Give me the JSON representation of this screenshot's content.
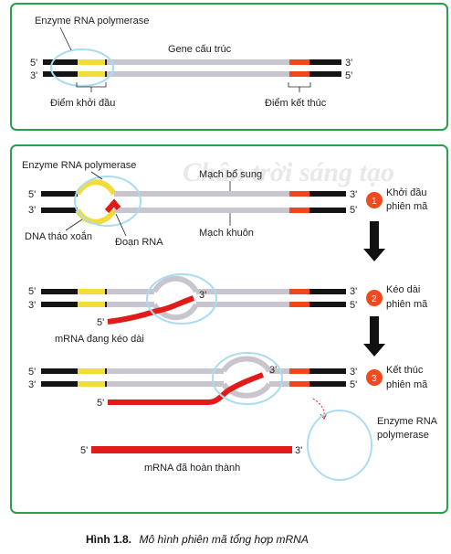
{
  "panel_top": {
    "enzyme_label": "Enzyme RNA polymerase",
    "gene_label": "Gene cấu trúc",
    "start_label": "Điểm khởi đầu",
    "end_label": "Điểm kết thúc",
    "strand_ends": {
      "top_left": "5'",
      "top_right": "3'",
      "bot_left": "3'",
      "bot_right": "5'"
    }
  },
  "panel_bottom": {
    "watermark": "Chân trời sáng tạo",
    "enzyme_label": "Enzyme RNA polymerase",
    "coding_strand_label": "Mạch bổ sung",
    "template_strand_label": "Mạch khuôn",
    "unwound_label": "DNA tháo xoắn",
    "rna_fragment_label": "Đoạn RNA",
    "elongating_label": "mRNA đang kéo dài",
    "finished_label": "mRNA đã hoàn thành",
    "released_enzyme_label": "Enzyme RNA\npolymerase",
    "rna_5": "5'",
    "rna_3": "3'",
    "strand_ends": {
      "top_left": "5'",
      "top_right": "3'",
      "bot_left": "3'",
      "bot_right": "5'"
    },
    "steps": [
      {
        "number": "1",
        "line1": "Khởi đầu",
        "line2": "phiên mã"
      },
      {
        "number": "2",
        "line1": "Kéo dài",
        "line2": "phiên mã"
      },
      {
        "number": "3",
        "line1": "Kết thúc",
        "line2": "phiên mã"
      }
    ]
  },
  "caption": {
    "label": "Hình 1.8.",
    "text": "Mô hình phiên mã tổng hợp mRNA"
  },
  "colors": {
    "frame": "#27a04a",
    "dna_black": "#141414",
    "promoter_yellow": "#f2dc3a",
    "gene_gray": "#c9c5cf",
    "terminator_orange": "#f0461e",
    "rna_red": "#e11a1a",
    "enzyme_outline": "#a8dcf0",
    "step_circle": "#f04a1e"
  }
}
